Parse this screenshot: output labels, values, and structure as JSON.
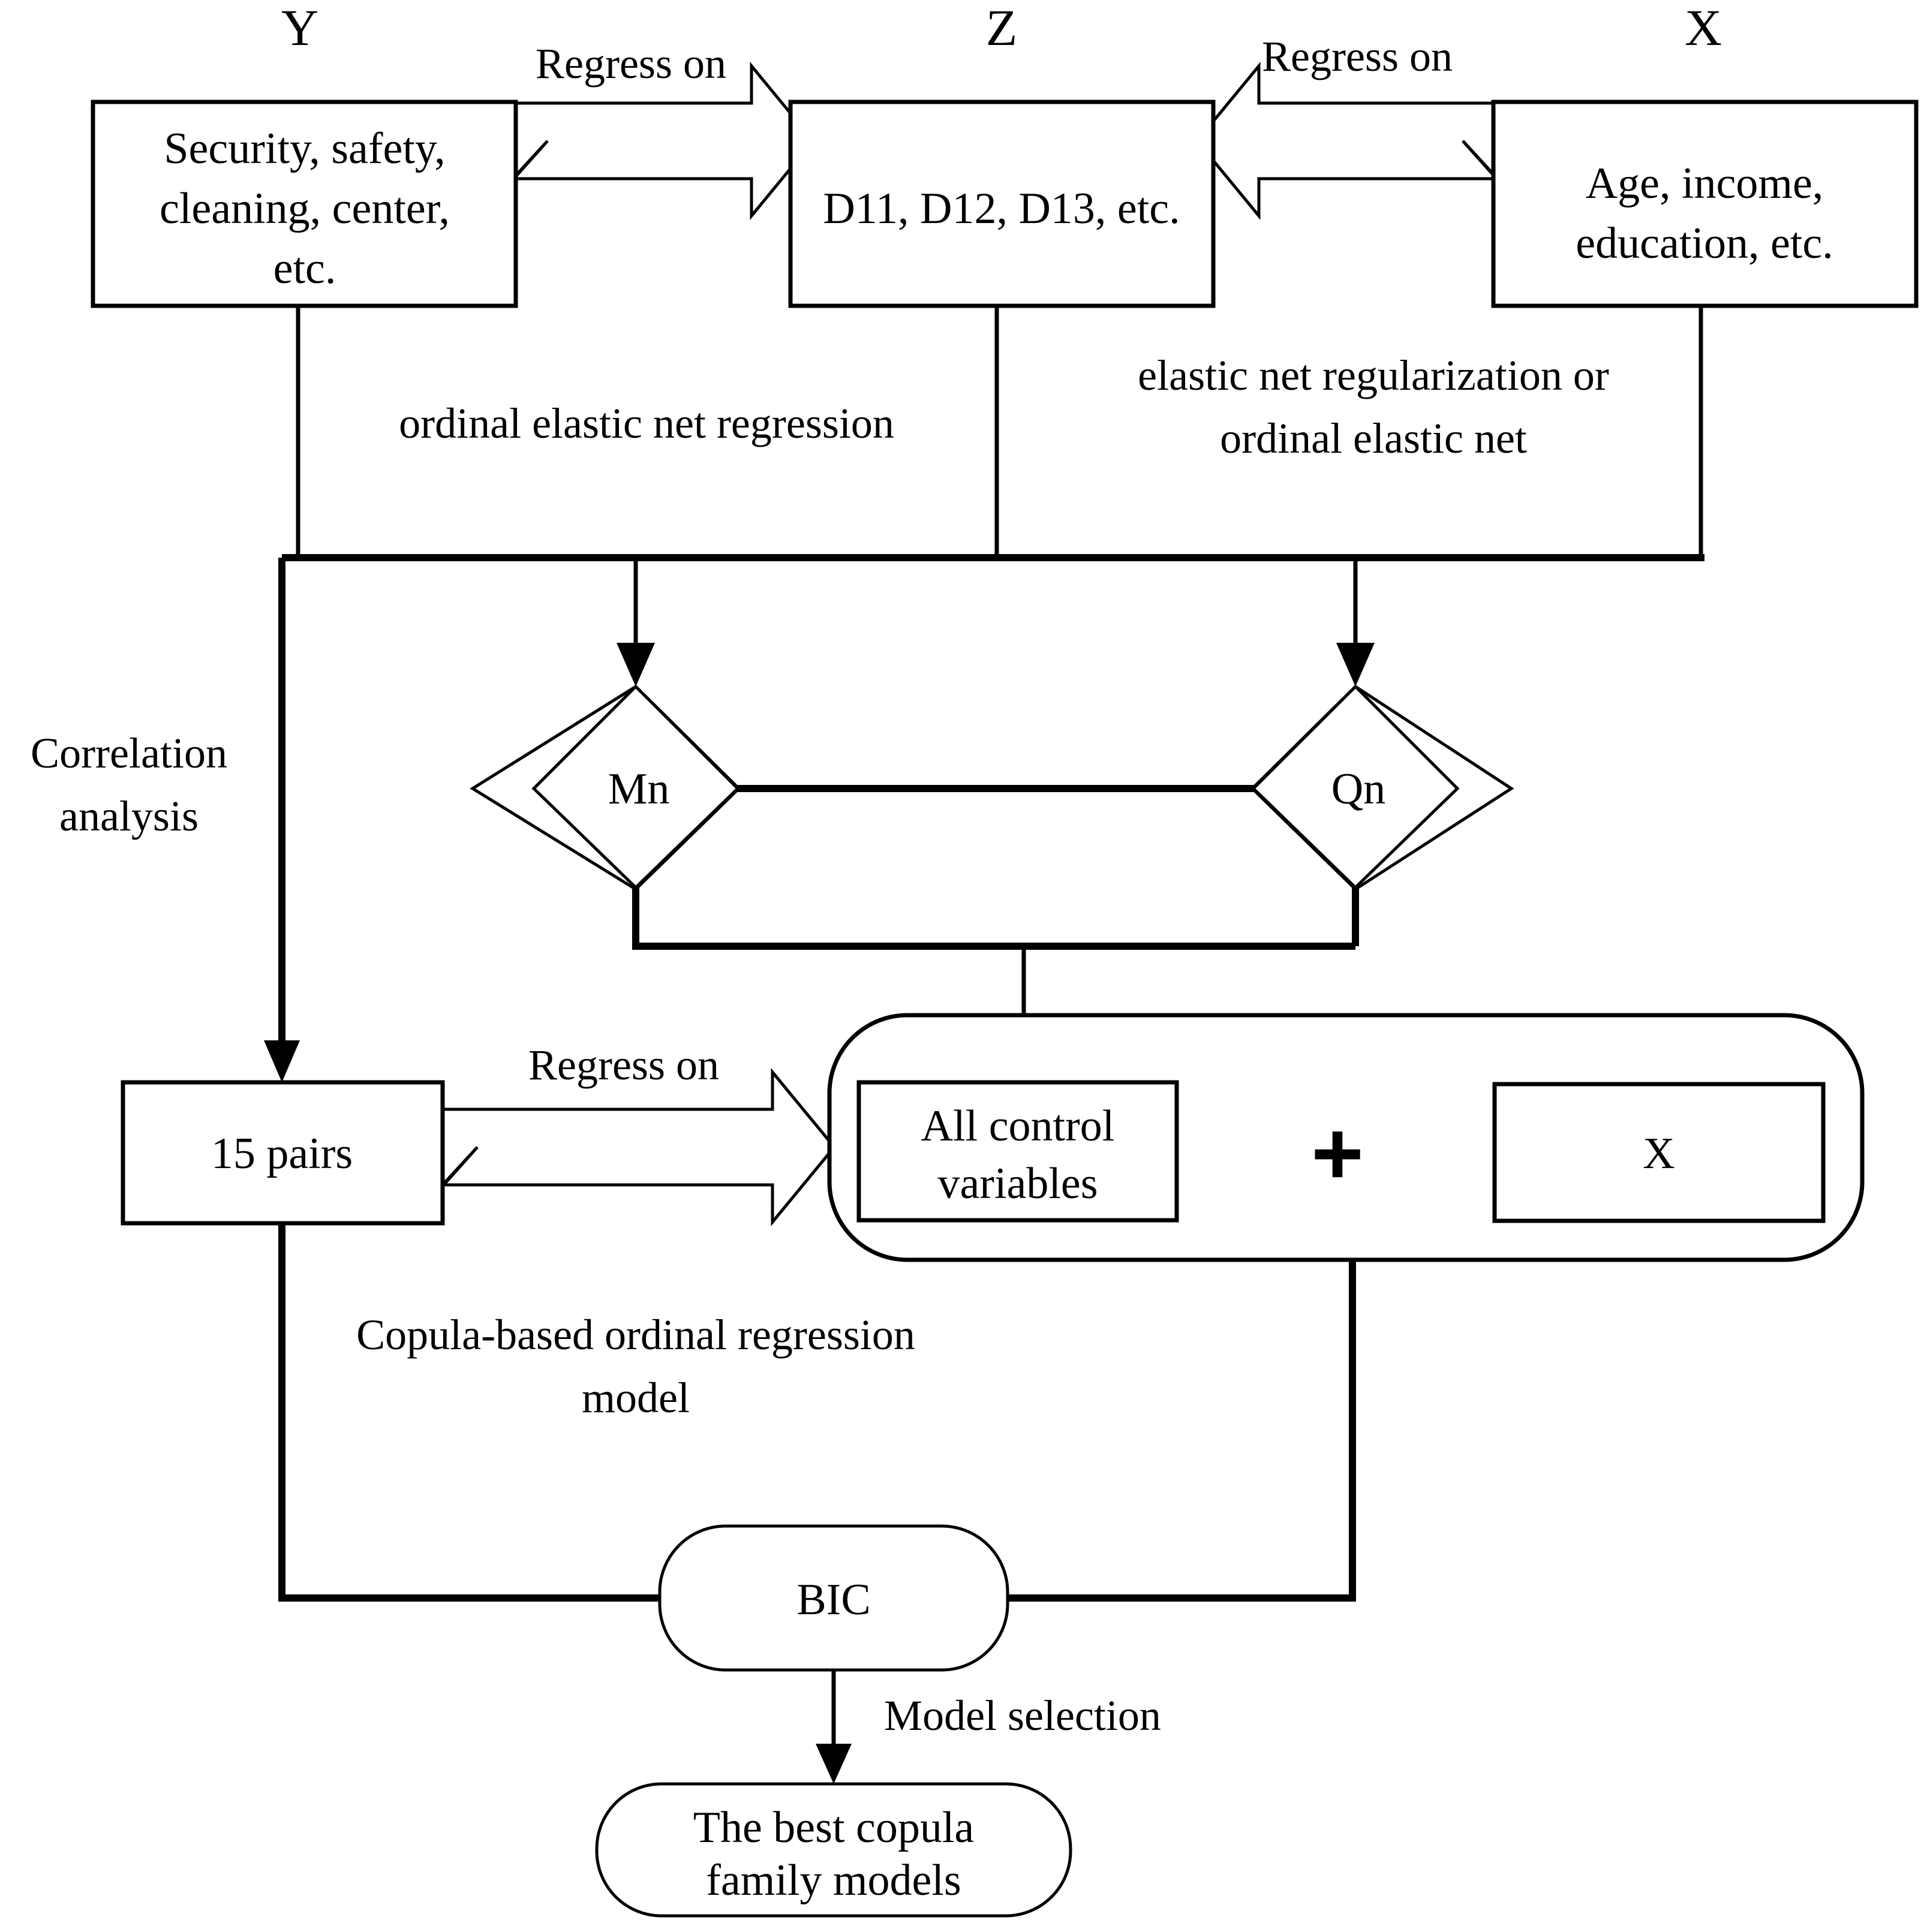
{
  "diagram": {
    "title_row": {
      "y_label": "Y",
      "z_label": "Z",
      "x_label": "X"
    },
    "boxes": {
      "y_box_line1": "Security, safety,",
      "y_box_line2": "cleaning, center,",
      "y_box_line3": "etc.",
      "z_box": "D11, D12, D13, etc.",
      "x_box_line1": "Age, income,",
      "x_box_line2": "education, etc.",
      "pairs_box": "15 pairs",
      "control_box_line1": "All control",
      "control_box_line2": "variables",
      "x_inner_box": "X",
      "plus_symbol": "+",
      "mn_node": "Mn",
      "qn_node": "Qn",
      "bic_node": "BIC",
      "result_line1": "The best copula",
      "result_line2": "family models"
    },
    "edge_labels": {
      "regress_on_top_left": "Regress on",
      "regress_on_top_right": "Regress on",
      "ordinal_elastic_net_regression": "ordinal elastic net regression",
      "elastic_net_line1": "elastic net regularization or",
      "elastic_net_line2": "ordinal elastic net",
      "correlation_line1": "Correlation",
      "correlation_line2": "analysis",
      "regress_on_middle": "Regress on",
      "copula_line1": "Copula-based ordinal regression",
      "copula_line2": "model",
      "model_selection": "Model selection"
    },
    "colors": {
      "stroke": "#000000",
      "fill": "#ffffff"
    }
  }
}
